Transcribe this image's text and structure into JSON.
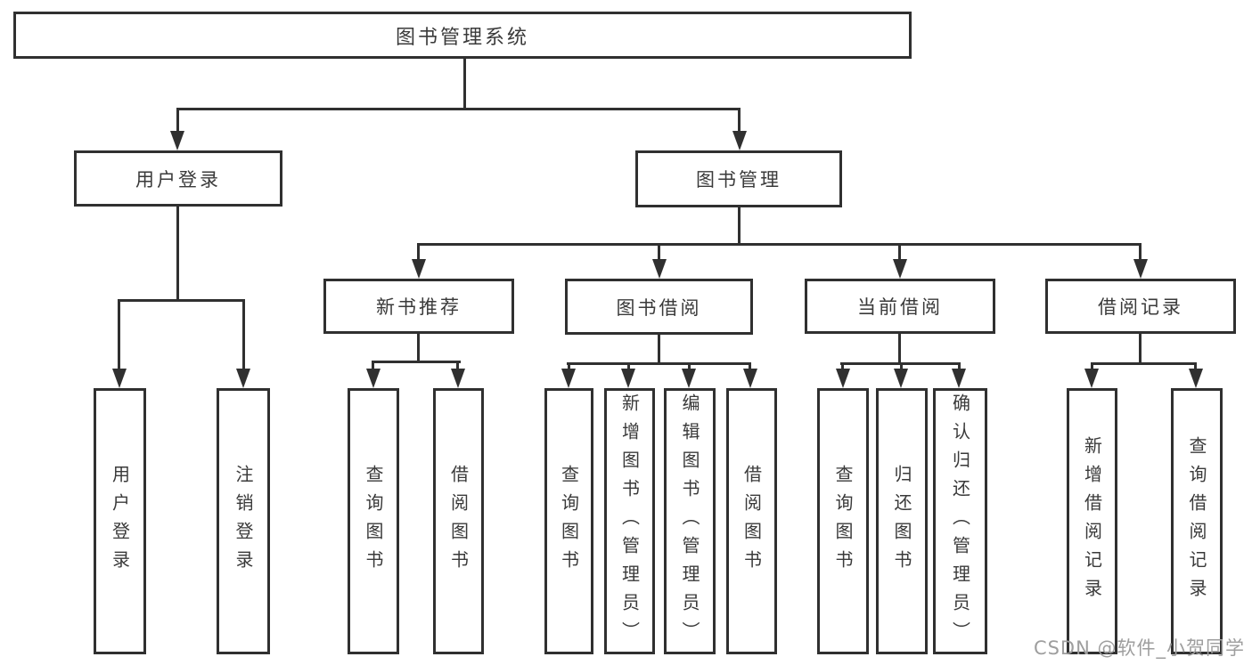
{
  "diagram": {
    "nodes": {
      "root": "图书管理系统",
      "user_login": "用户登录",
      "book_management": "图书管理",
      "new_book_recommend": "新书推荐",
      "book_borrowing": "图书借阅",
      "current_borrowing": "当前借阅",
      "borrowing_records": "借阅记录",
      "leaf_user_login": "用户登录",
      "leaf_logout": "注销登录",
      "leaf_nbr_query_books": "查询图书",
      "leaf_nbr_borrow_books": "借阅图书",
      "leaf_bb_query_books": "查询图书",
      "leaf_bb_add_books_admin": "新增图书（管理员）",
      "leaf_bb_edit_books_admin": "编辑图书（管理员）",
      "leaf_bb_borrow_books": "借阅图书",
      "leaf_cb_query_books": "查询图书",
      "leaf_cb_return_books": "归还图书",
      "leaf_cb_confirm_return_admin": "确认归还（管理员）",
      "leaf_br_add_record": "新增借阅记录",
      "leaf_br_query_record": "查询借阅记录"
    },
    "hierarchy": {
      "图书管理系统": {
        "用户登录": [
          "用户登录",
          "注销登录"
        ],
        "图书管理": {
          "新书推荐": [
            "查询图书",
            "借阅图书"
          ],
          "图书借阅": [
            "查询图书",
            "新增图书（管理员）",
            "编辑图书（管理员）",
            "借阅图书"
          ],
          "当前借阅": [
            "查询图书",
            "归还图书",
            "确认归还（管理员）"
          ],
          "借阅记录": [
            "新增借阅记录",
            "查询借阅记录"
          ]
        }
      }
    },
    "colors": {
      "line": "#303030",
      "text": "#3a3a3a",
      "box_fill": "#ffffff",
      "watermark": "#9e9e9e"
    }
  },
  "watermark": "CSDN @软件_小贺同学"
}
